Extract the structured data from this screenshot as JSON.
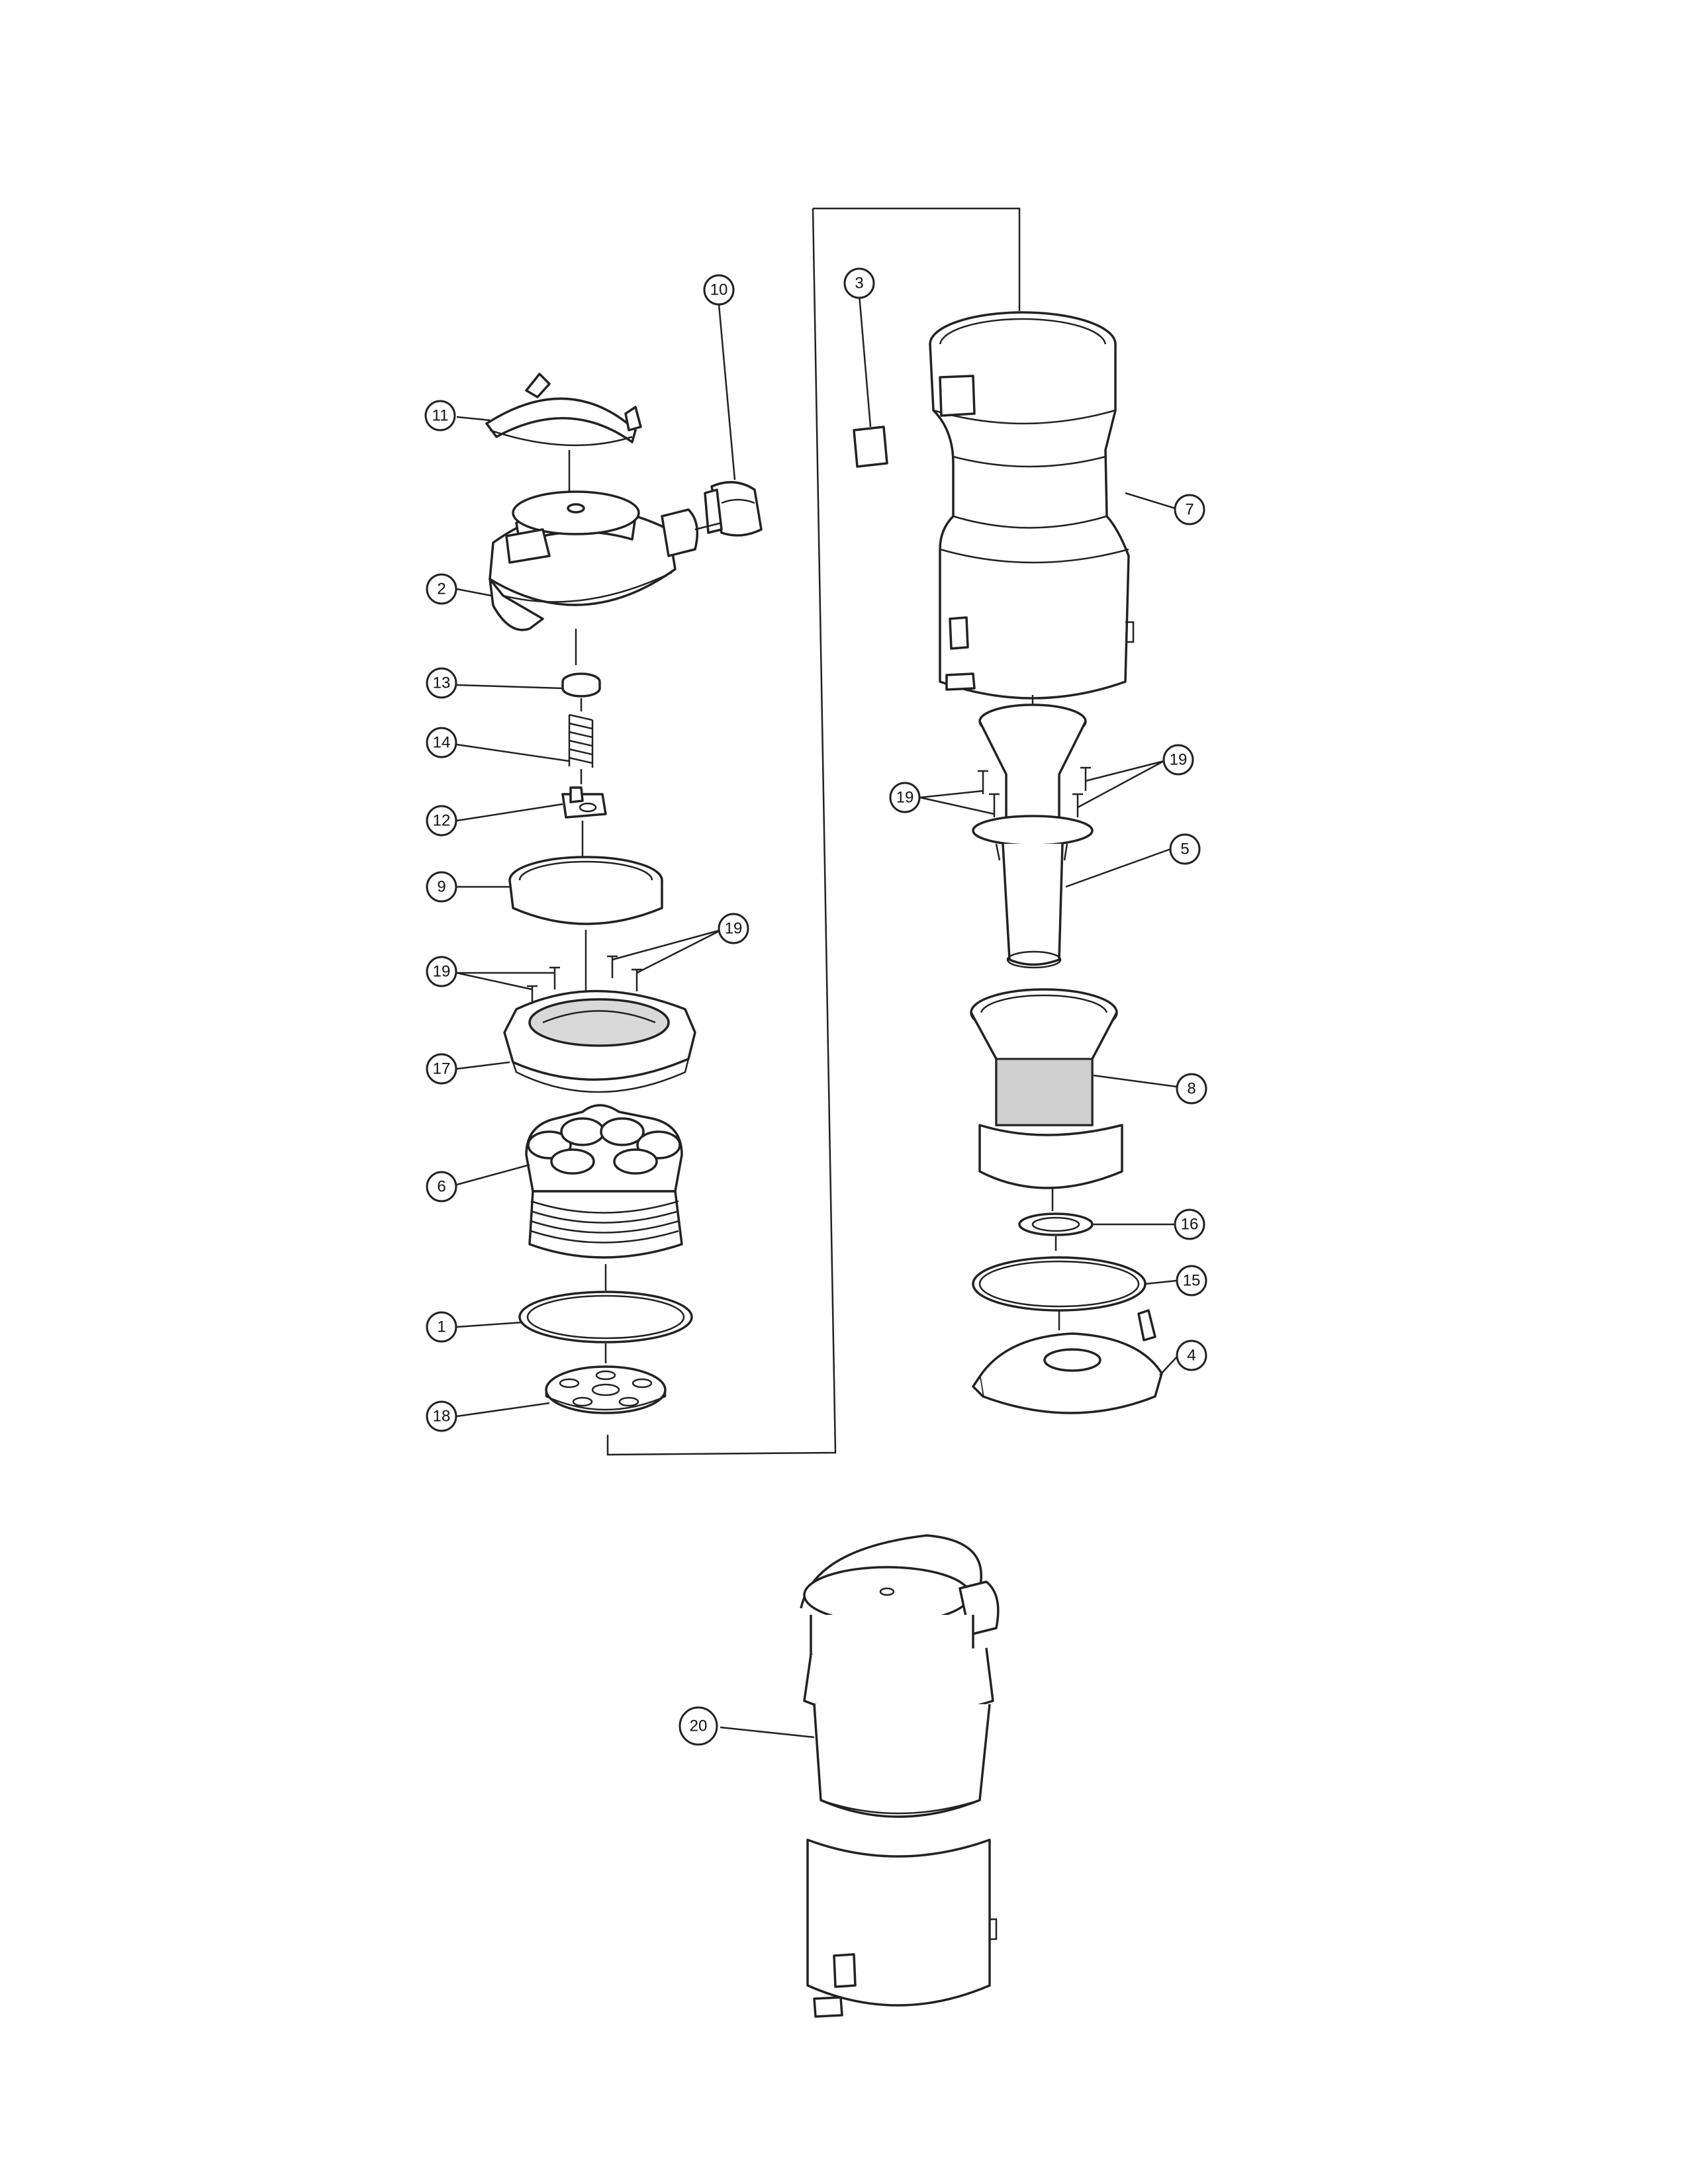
{
  "callouts": [
    {
      "id": "callout-1",
      "label": "1"
    },
    {
      "id": "callout-2",
      "label": "2"
    },
    {
      "id": "callout-3",
      "label": "3"
    },
    {
      "id": "callout-4",
      "label": "4"
    },
    {
      "id": "callout-5",
      "label": "5"
    },
    {
      "id": "callout-6",
      "label": "6"
    },
    {
      "id": "callout-7",
      "label": "7"
    },
    {
      "id": "callout-8",
      "label": "8"
    },
    {
      "id": "callout-9",
      "label": "9"
    },
    {
      "id": "callout-10",
      "label": "10"
    },
    {
      "id": "callout-11",
      "label": "11"
    },
    {
      "id": "callout-12",
      "label": "12"
    },
    {
      "id": "callout-13",
      "label": "13"
    },
    {
      "id": "callout-14",
      "label": "14"
    },
    {
      "id": "callout-15",
      "label": "15"
    },
    {
      "id": "callout-16",
      "label": "16"
    },
    {
      "id": "callout-17",
      "label": "17"
    },
    {
      "id": "callout-18",
      "label": "18"
    },
    {
      "id": "callout-19a",
      "label": "19"
    },
    {
      "id": "callout-19b",
      "label": "19"
    },
    {
      "id": "callout-19c",
      "label": "19"
    },
    {
      "id": "callout-19d",
      "label": "19"
    },
    {
      "id": "callout-20",
      "label": "20"
    }
  ]
}
